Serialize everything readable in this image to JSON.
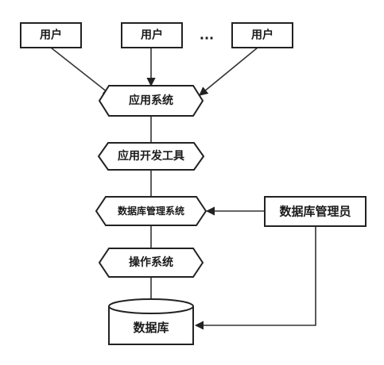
{
  "nodes": {
    "user_1": "用户",
    "user_2": "用户",
    "user_3": "用户",
    "ellipsis": "...",
    "app_system": "应用系统",
    "app_dev_tools": "应用开发工具",
    "dbms": "数据库管理系统",
    "dba": "数据库管理员",
    "os": "操作系统",
    "database": "数据库"
  },
  "colors": {
    "stroke": "#222222",
    "fill": "#ffffff",
    "text": "#1a1a1a"
  }
}
